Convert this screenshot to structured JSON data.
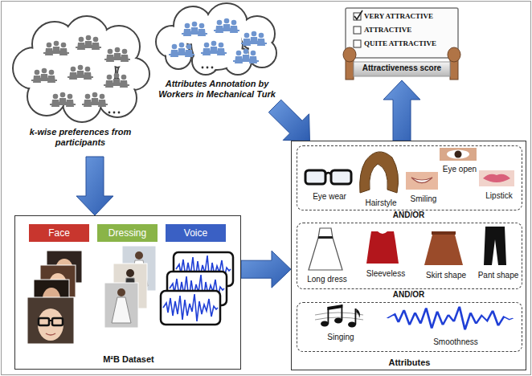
{
  "diagram": {
    "nodes": [
      {
        "text": [
          "k-wise preferences from participants"
        ]
      },
      {
        "text": [
          "Attributes Annotation by Workers in Mechanical Turk"
        ]
      },
      {
        "text": [
          "VERY ATTRACTIVE",
          "ATTRACTIVE",
          "QUITE ATTRACTIVE",
          "Attractiveness score"
        ]
      },
      {
        "text": [
          "M²B Dataset"
        ]
      },
      {
        "text": [
          "Face"
        ],
        "in": 3
      },
      {
        "text": [
          "Dressing"
        ],
        "in": 3
      },
      {
        "text": [
          "Voice"
        ],
        "in": 3
      },
      {
        "text": [
          "Attributes"
        ]
      },
      {
        "text": [
          "Eye wear",
          "Hairstyle",
          "Smiling",
          "Eye open",
          "Lipstick"
        ],
        "in": 7
      },
      {
        "text": [
          "Long dress",
          "Sleeveless",
          "Skirt shape",
          "Pant shape"
        ],
        "in": 7
      },
      {
        "text": [
          "Singing",
          "Smoothness"
        ],
        "in": 7
      }
    ],
    "edges": [
      {
        "from": 0,
        "to": 3,
        "arrow": "to"
      },
      {
        "from": 1,
        "to": 7,
        "arrow": "to"
      },
      {
        "from": 3,
        "to": 7,
        "arrow": "to"
      },
      {
        "from": 7,
        "to": 2,
        "arrow": "to"
      }
    ],
    "labels": [
      "AND/OR",
      "AND/OR"
    ]
  }
}
